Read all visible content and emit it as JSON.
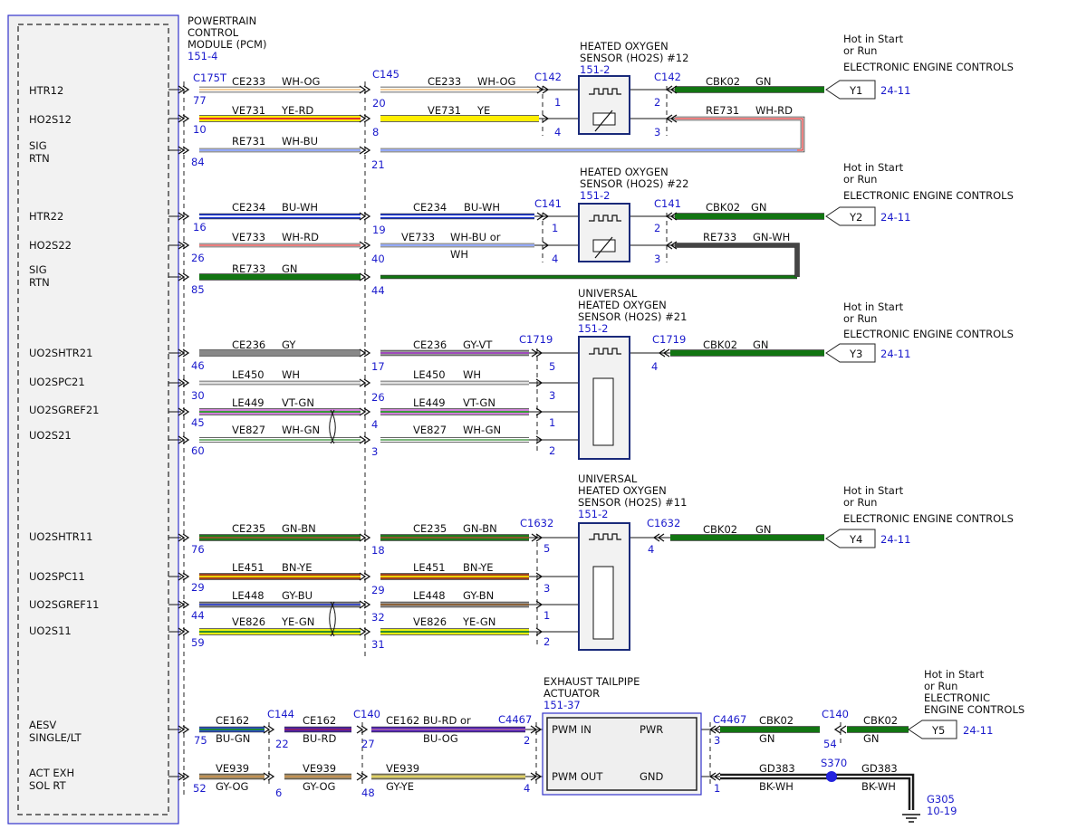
{
  "pcm": {
    "title": [
      "POWERTRAIN",
      "CONTROL",
      "MODULE (PCM)"
    ],
    "ref": "151-4",
    "connector": "C175T",
    "pins": [
      {
        "label": [
          "HTR12"
        ]
      },
      {
        "label": [
          "HO2S12"
        ]
      },
      {
        "label": [
          "SIG",
          "RTN"
        ]
      },
      {
        "label": [
          "HTR22"
        ]
      },
      {
        "label": [
          "HO2S22"
        ]
      },
      {
        "label": [
          "SIG",
          "RTN"
        ]
      },
      {
        "label": [
          "UO2SHTR21"
        ]
      },
      {
        "label": [
          "UO2SPC21"
        ]
      },
      {
        "label": [
          "UO2SGREF21"
        ]
      },
      {
        "label": [
          "UO2S21"
        ]
      },
      {
        "label": [
          "UO2SHTR11"
        ]
      },
      {
        "label": [
          "UO2SPC11"
        ]
      },
      {
        "label": [
          "UO2SGREF11"
        ]
      },
      {
        "label": [
          "UO2S11"
        ]
      },
      {
        "label": [
          "AESV",
          "SINGLE/LT"
        ]
      },
      {
        "label": [
          "ACT EXH",
          "SOL RT"
        ]
      }
    ]
  },
  "colors": {
    "WH-OG": [
      "#ffffff",
      "#f2c890"
    ],
    "YE-RD": [
      "#ffee00",
      "#e03030"
    ],
    "WH-BU": [
      "#ffffff",
      "#5577ff"
    ],
    "YE": [
      "#ffee00"
    ],
    "WH-RD": [
      "#ffffff",
      "#e03030"
    ],
    "GN": [
      "#127512"
    ],
    "BU-WH": [
      "#1a35d4",
      "#ffffff"
    ],
    "GY": [
      "#888888"
    ],
    "GY-VT": [
      "#999999",
      "#a040c0"
    ],
    "WH": [
      "#ffffff",
      "#cccccc"
    ],
    "VT-GN": [
      "#d080d8",
      "#3a9a3a"
    ],
    "WH-GN": [
      "#ffffff",
      "#2e8b2e"
    ],
    "GN-BN": [
      "#1e7a1e",
      "#8b5a2b"
    ],
    "BN-YE": [
      "#a0421f",
      "#f0d000"
    ],
    "GY-BU": [
      "#8a8a8a",
      "#3344cc"
    ],
    "GY-BN": [
      "#999999",
      "#8b5a2b"
    ],
    "YE-GN": [
      "#e8ee10",
      "#2e8b2e"
    ],
    "BU-GN": [
      "#2a4fd0",
      "#1e8a1e"
    ],
    "BU-RD": [
      "#4a20b0",
      "#8a2060"
    ],
    "BU-OG": [
      "#5020c0",
      "#a060a0"
    ],
    "GY-OG": [
      "#9a8a6a",
      "#c89050"
    ],
    "GY-YE": [
      "#a8a070",
      "#e8d860"
    ],
    "BK-WH": [
      "#111111",
      "#ffffff"
    ]
  },
  "connectors": [
    {
      "label": "C145"
    },
    {
      "label": "C142"
    },
    {
      "label": "C142"
    },
    {
      "label": "C141"
    },
    {
      "label": "C141"
    },
    {
      "label": "C1719"
    },
    {
      "label": "C1719"
    },
    {
      "label": "C1632"
    },
    {
      "label": "C1632"
    },
    {
      "label": "C144"
    },
    {
      "label": "C140"
    },
    {
      "label": "C4467"
    },
    {
      "label": "C4467"
    },
    {
      "label": "C140"
    }
  ],
  "splice": {
    "label": "S370"
  },
  "ground": {
    "label": "G305",
    "ref": "10-19"
  },
  "components": [
    {
      "title": [
        "HEATED OXYGEN",
        "SENSOR (HO2S) #12"
      ],
      "ref": "151-2",
      "pins": [
        "1",
        "4",
        "2",
        "3"
      ]
    },
    {
      "title": [
        "HEATED OXYGEN",
        "SENSOR (HO2S) #22"
      ],
      "ref": "151-2",
      "pins": [
        "1",
        "4",
        "2",
        "3"
      ]
    },
    {
      "title": [
        "UNIVERSAL",
        "HEATED OXYGEN",
        "SENSOR (HO2S) #21"
      ],
      "ref": "151-2",
      "pins": [
        "5",
        "3",
        "1",
        "2",
        "4"
      ]
    },
    {
      "title": [
        "UNIVERSAL",
        "HEATED OXYGEN",
        "SENSOR (HO2S) #11"
      ],
      "ref": "151-2",
      "pins": [
        "5",
        "3",
        "1",
        "2",
        "4"
      ]
    },
    {
      "title": [
        "EXHAUST TAILPIPE",
        "ACTUATOR"
      ],
      "ref": "151-37",
      "pins": [
        "2",
        "4",
        "3",
        "1"
      ],
      "labels": [
        "PWM IN",
        "PWR",
        "PWM OUT",
        "GND"
      ]
    }
  ],
  "power_sources": [
    {
      "text": [
        "Hot in Start",
        "or Run",
        "ELECTRONIC ENGINE CONTROLS"
      ],
      "tag": "Y1",
      "ref": "24-11"
    },
    {
      "text": [
        "Hot in Start",
        "or Run",
        "ELECTRONIC ENGINE CONTROLS"
      ],
      "tag": "Y2",
      "ref": "24-11"
    },
    {
      "text": [
        "Hot in Start",
        "or Run",
        "ELECTRONIC ENGINE CONTROLS"
      ],
      "tag": "Y3",
      "ref": "24-11"
    },
    {
      "text": [
        "Hot in Start",
        "or Run",
        "ELECTRONIC ENGINE CONTROLS"
      ],
      "tag": "Y4",
      "ref": "24-11"
    },
    {
      "text": [
        "Hot in Start",
        "or Run",
        "ELECTRONIC",
        "ENGINE CONTROLS"
      ],
      "tag": "Y5",
      "ref": "24-11"
    }
  ],
  "wires": [
    {
      "circuit": "CE233",
      "color": "WH-OG",
      "pin": "77"
    },
    {
      "circuit": "CE233",
      "color": "WH-OG",
      "pin": "20"
    },
    {
      "circuit": "VE731",
      "color": "YE-RD",
      "pin": "10"
    },
    {
      "circuit": "VE731",
      "color": "YE",
      "pin": "8"
    },
    {
      "circuit": "RE731",
      "color": "WH-BU",
      "pin": "84"
    },
    {
      "circuit": "",
      "color": "WH-BU",
      "pin": "21"
    },
    {
      "circuit": "CBK02",
      "color": "GN",
      "pin": ""
    },
    {
      "circuit": "RE731",
      "color": "WH-RD",
      "pin": ""
    },
    {
      "circuit": "CE234",
      "color": "BU-WH",
      "pin": "16"
    },
    {
      "circuit": "CE234",
      "color": "BU-WH",
      "pin": "19"
    },
    {
      "circuit": "VE733",
      "color": "WH-RD",
      "pin": "26"
    },
    {
      "circuit": "VE733",
      "color": "WH-BU or",
      "color2": "WH",
      "pin": "40"
    },
    {
      "circuit": "RE733",
      "color": "GN",
      "pin": "85"
    },
    {
      "circuit": "",
      "color": "GN",
      "pin": "44"
    },
    {
      "circuit": "CBK02",
      "color": "GN",
      "pin": ""
    },
    {
      "circuit": "RE733",
      "color": "GN-WH",
      "pin": ""
    },
    {
      "circuit": "CE236",
      "color": "GY",
      "pin": "46"
    },
    {
      "circuit": "CE236",
      "color": "GY-VT",
      "pin": "17"
    },
    {
      "circuit": "LE450",
      "color": "WH",
      "pin": "30"
    },
    {
      "circuit": "LE450",
      "color": "WH",
      "pin": "26"
    },
    {
      "circuit": "LE449",
      "color": "VT-GN",
      "pin": "45"
    },
    {
      "circuit": "LE449",
      "color": "VT-GN",
      "pin": "4"
    },
    {
      "circuit": "VE827",
      "color": "WH-GN",
      "pin": "60"
    },
    {
      "circuit": "VE827",
      "color": "WH-GN",
      "pin": "3"
    },
    {
      "circuit": "CBK02",
      "color": "GN",
      "pin": ""
    },
    {
      "circuit": "CE235",
      "color": "GN-BN",
      "pin": "76"
    },
    {
      "circuit": "CE235",
      "color": "GN-BN",
      "pin": "18"
    },
    {
      "circuit": "LE451",
      "color": "BN-YE",
      "pin": "29"
    },
    {
      "circuit": "LE451",
      "color": "BN-YE",
      "pin": "29"
    },
    {
      "circuit": "LE448",
      "color": "GY-BU",
      "pin": "44"
    },
    {
      "circuit": "LE448",
      "color": "GY-BN",
      "pin": "32"
    },
    {
      "circuit": "VE826",
      "color": "YE-GN",
      "pin": "59"
    },
    {
      "circuit": "VE826",
      "color": "YE-GN",
      "pin": "31"
    },
    {
      "circuit": "CBK02",
      "color": "GN",
      "pin": ""
    },
    {
      "circuit": "CE162",
      "color": "BU-GN",
      "pin": "75"
    },
    {
      "circuit": "CE162",
      "color": "BU-RD",
      "pin": "22"
    },
    {
      "circuit": "CE162",
      "color": "BU-RD or",
      "color2": "BU-OG",
      "pin": "27"
    },
    {
      "circuit": "VE939",
      "color": "GY-OG",
      "pin": "52"
    },
    {
      "circuit": "VE939",
      "color": "GY-OG",
      "pin": "6"
    },
    {
      "circuit": "VE939",
      "color": "GY-YE",
      "pin": "48"
    },
    {
      "circuit": "CBK02",
      "color": "GN",
      "pin": "3"
    },
    {
      "circuit": "CBK02",
      "color": "GN",
      "pin": "54"
    },
    {
      "circuit": "GD383",
      "color": "BK-WH",
      "pin": "1"
    },
    {
      "circuit": "GD383",
      "color": "BK-WH",
      "pin": ""
    }
  ]
}
